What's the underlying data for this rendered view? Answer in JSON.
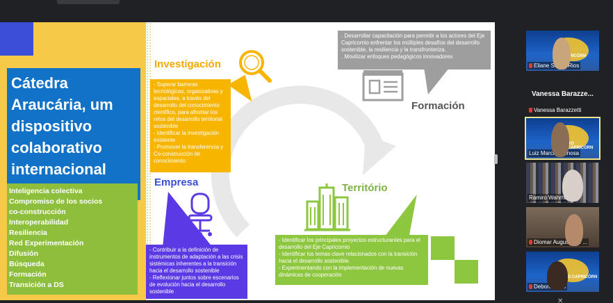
{
  "slide": {
    "title_lines": [
      "Cátedra",
      "Araucária, um",
      "dispositivo",
      "colaborativo",
      "internacional"
    ],
    "list": [
      "Inteligencia colectiva",
      "Compromiso de los socios",
      "co-construcción",
      "Interoperabilidad",
      "Resiliencia",
      "Red Experimentación",
      "Difusión",
      "Búsqueda",
      "Formación",
      "Transición a DS"
    ],
    "investigacion": {
      "heading": "Investigación",
      "lines": [
        "- Superar barreras",
        "tecnológicas, organizativas y",
        "espaciales, a través del",
        "desarrollo del conocimiento",
        "científico, para afrontar los",
        "retos del desarrollo territorial",
        "sostenible",
        "- Identificar la investigación",
        "existente",
        "- Promover la transferencia y",
        "Co-construcción de",
        "conocimiento"
      ]
    },
    "formacion": {
      "heading": "Formación",
      "lines": [
        ". Desarrollar capacitación para permitir a los actores del Eje",
        "Capricornio enfrentar los múltiples desafíos del desarrollo",
        "sostenible, la resiliencia y la transfronteriza.",
        ". Movilizar enfoques pedagógicos innovadores"
      ]
    },
    "empresa": {
      "heading": "Empresa",
      "lines": [
        "- Contribuir a la definición de",
        "instrumentos de adaptación a las crisis",
        "sistémicas inherentes a la transición",
        "hacia el desarrollo sostenible",
        "- Reflexionar juntos sobre escenarios",
        "de evolución hacia el desarrollo",
        "sostenible"
      ]
    },
    "territorio": {
      "heading": "Território",
      "lines": [
        "- Identificar los principales proyectos estructurantes para el",
        "desarrollo del Eje Capricornio",
        "- Identificar los temas clave relacionados con la transición",
        "hacia el desarrollo sostenible.",
        "- Experimentando con la implementación de nuevas",
        "dinámicas de cooperación"
      ]
    }
  },
  "participants": [
    {
      "name": "Eliane Segati Rios",
      "banner": "CAPRICÓRN"
    },
    {
      "name": "Vanessa Barazzetti",
      "display": "Vanessa Barazze..."
    },
    {
      "name": "Luiz Marcio Spinosa",
      "banner": "XO CAPRICÓRN"
    },
    {
      "name": "Ramiro Wahrhaftig"
    },
    {
      "name": "Diomar Augusto de ..."
    },
    {
      "name": "Debora Lobo",
      "banner": "EIXO CAPRICÓRN"
    }
  ],
  "colors": {
    "yellow": "#f7c948",
    "blue": "#1272c7",
    "green": "#8dbf3c",
    "purple": "#5b3ae6",
    "orange": "#f7b500",
    "gray": "#9e9e9e"
  },
  "icons": [
    "magnifier-icon",
    "certificate-icon",
    "chair-icon",
    "buildings-icon",
    "microphone-muted-icon"
  ]
}
